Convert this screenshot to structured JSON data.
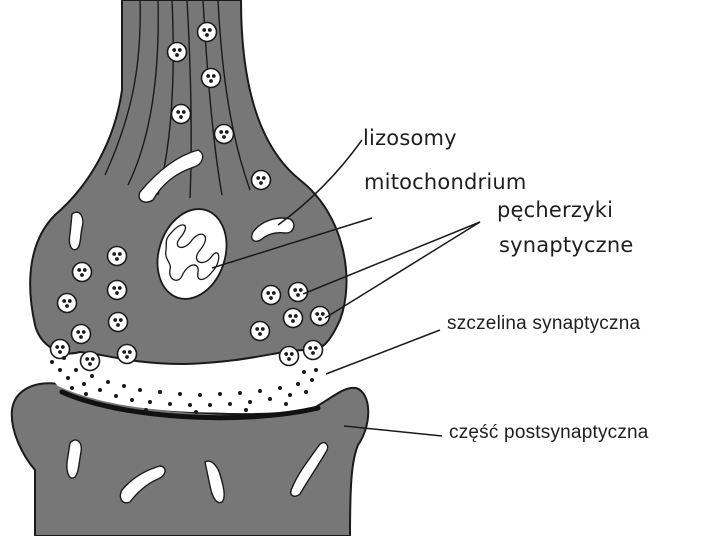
{
  "labels": {
    "lizosomy": "lizosomy",
    "mitochondrium": "mitochondrium",
    "pecherzyki_line1": "pęcherzyki",
    "pecherzyki_line2": "synaptyczne",
    "szczelina": "szczelina synaptyczna",
    "czesc": "część postsynaptyczna"
  },
  "colors": {
    "cytoplasm": "#777777",
    "outline": "#1a1a1a",
    "organelle_fill": "#ffffff",
    "background": "#ffffff"
  }
}
